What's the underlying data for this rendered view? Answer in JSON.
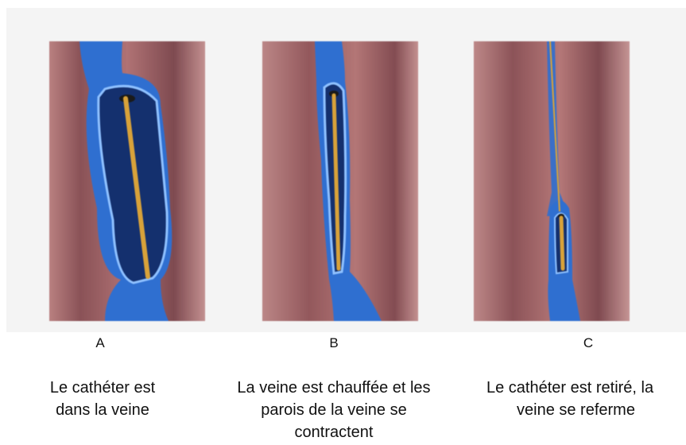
{
  "panels": [
    {
      "letter": "A",
      "caption_lines": [
        "Le cathéter est",
        "dans la veine"
      ]
    },
    {
      "letter": "B",
      "caption_lines": [
        "La veine est chauffée et les",
        "parois de la veine se",
        "contractent"
      ]
    },
    {
      "letter": "C",
      "caption_lines": [
        "Le cathéter est retiré, la",
        "veine se referme"
      ]
    }
  ],
  "colors": {
    "tissue": "#a86a6a",
    "tissue_dark": "#7c4548",
    "vein_blue": "#2f6fd0",
    "vein_dark": "#14306e",
    "vein_light": "#8fc1ff",
    "catheter": "#d8a23a"
  }
}
